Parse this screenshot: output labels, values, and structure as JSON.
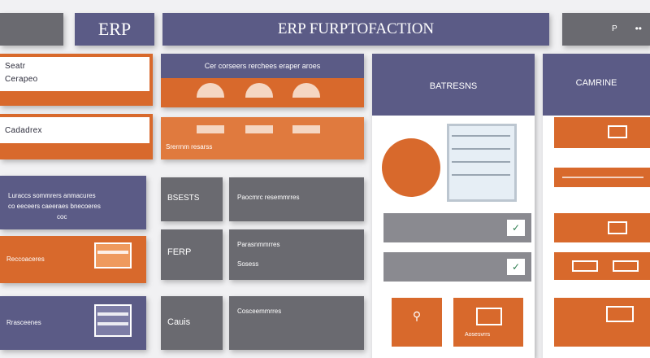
{
  "header": {
    "logo": "ERP",
    "title": "ERP FURPTOFACTION",
    "right_text": "P"
  },
  "left_cards": {
    "card1_line1": "Seatr",
    "card1_line2": "Cerapeo",
    "card2": "Cadadrex"
  },
  "center_panel": {
    "heading": "Cer corseers rerchees eraper aroes",
    "stats": "Srerrnm resarss"
  },
  "info_panel": {
    "line1": "Luraccs sommrers anmacures",
    "line2": "co eeceers caeeraes bnecoeres",
    "line3": "coc"
  },
  "orange_card_label": "Reccoaceres",
  "blue_card_label": "Rrasceenes",
  "tiles": {
    "t1": "BSESTS",
    "t1b": "Paocmrc resemmrres",
    "t2": "FERP",
    "t2b": "Parasnmmrres",
    "t2c": "Sosess",
    "t3": "Cauis",
    "t3b": "Cosceemmrres"
  },
  "mid_panel": {
    "heading": "BATRESNS",
    "sub": "Aosesvrrs"
  },
  "right_panel": {
    "heading": "CAMRINE"
  },
  "colors": {
    "orange": "#d8692c",
    "purple": "#5b5b86",
    "grey": "#6a6a70"
  }
}
